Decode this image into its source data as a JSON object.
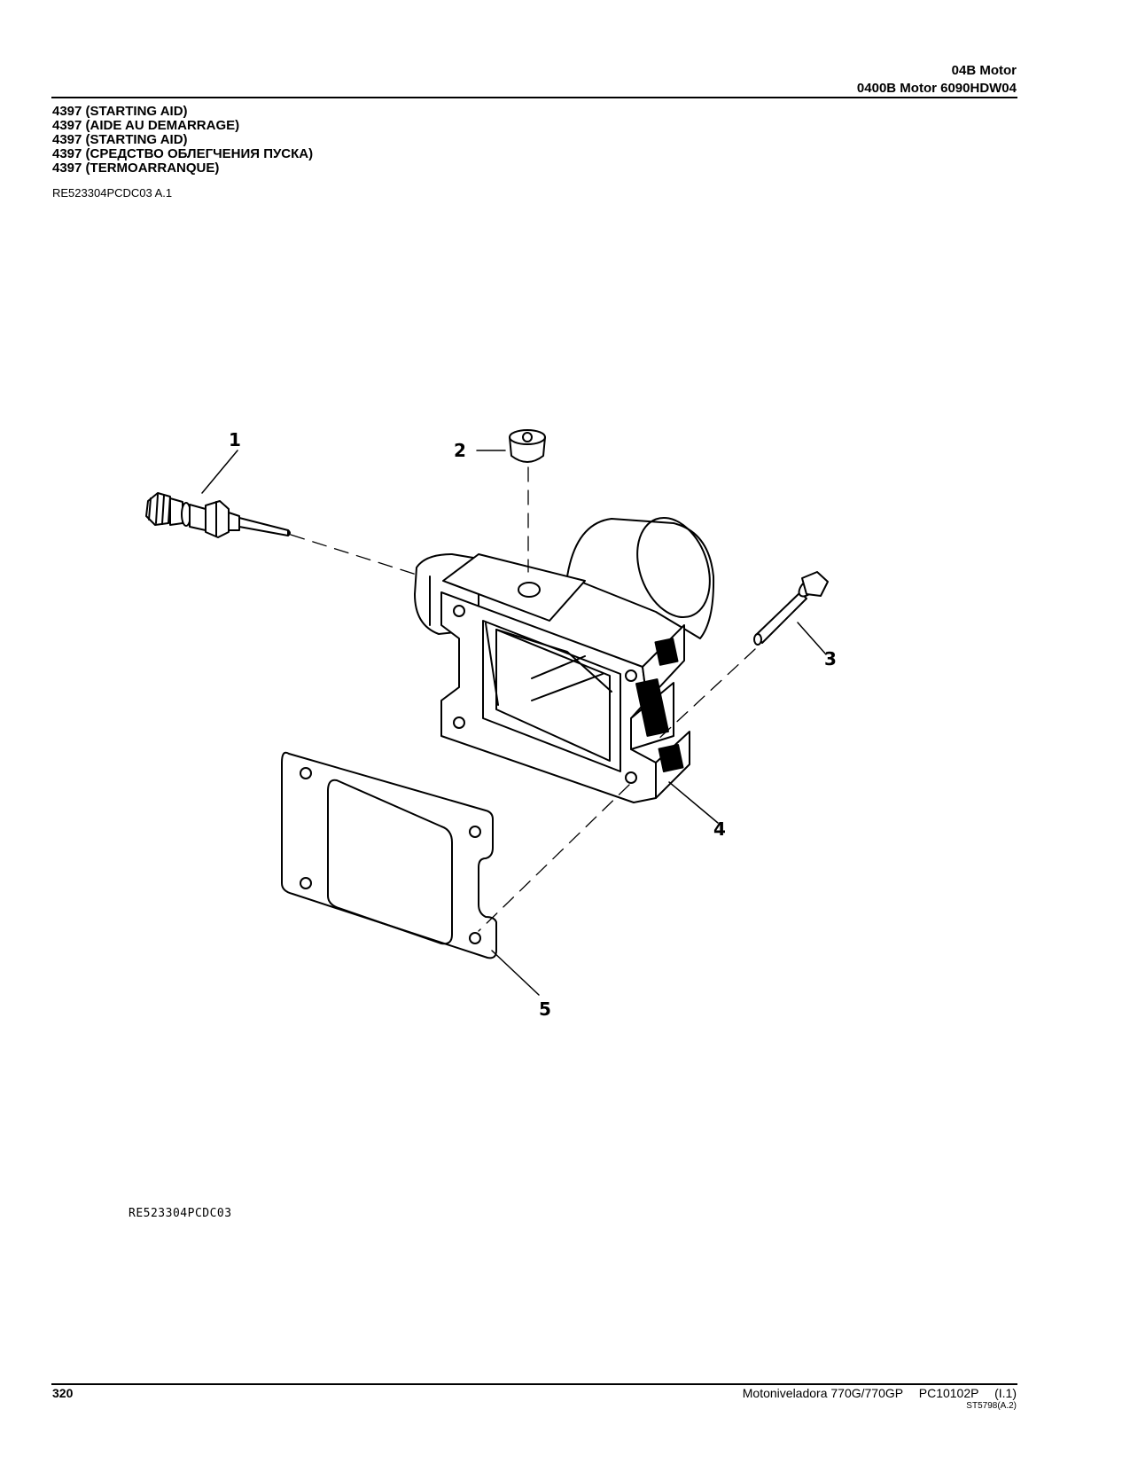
{
  "header": {
    "section": "04B  Motor",
    "subsection": "0400B  Motor  6090HDW04"
  },
  "titles": [
    "4397 (STARTING AID)",
    "4397 (AIDE AU DEMARRAGE)",
    "4397 (STARTING AID)",
    "4397 (СРЕДСТВО ОБЛЕГЧЕНИЯ ПУСКА)",
    "4397 (TERMOARRANQUE)"
  ],
  "reference": "RE523304PCDC03 A.1",
  "figure": {
    "label": "RE523304PCDC03",
    "callouts": [
      "1",
      "2",
      "3",
      "4",
      "5"
    ]
  },
  "footer": {
    "page_number": "320",
    "machine": "Motoniveladora 770G/770GP",
    "catalog": "PC10102P",
    "revision": "(I.1)",
    "stamp": "ST5798(A.2)"
  }
}
